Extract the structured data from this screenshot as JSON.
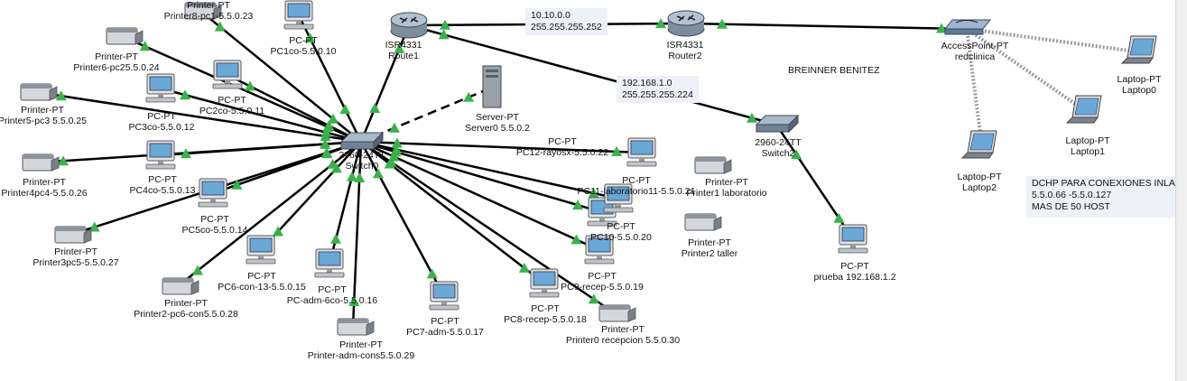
{
  "colors": {
    "link": "#000000",
    "port": "#38b24a",
    "pc_screen": "#6aa8d8",
    "device_body": "#c8ccd2"
  },
  "devices": [
    {
      "id": "router1",
      "icon": "router-icon",
      "model": "ISR4331",
      "name": "Route1"
    },
    {
      "id": "router2",
      "icon": "router-icon",
      "model": "ISR4331",
      "name": "Router2"
    },
    {
      "id": "switch0",
      "icon": "switch-icon",
      "model": "2960-24TT",
      "name": "Switch0"
    },
    {
      "id": "switch2",
      "icon": "switch-icon",
      "model": "2960-24TT",
      "name": "Switch2"
    },
    {
      "id": "ap",
      "icon": "access-point-icon",
      "model": "AccessPoint-PT",
      "name": "redclinica"
    },
    {
      "id": "server0",
      "icon": "server-icon",
      "model": "Server-PT",
      "name": "Server0 5.5.0.2"
    },
    {
      "id": "laptop0",
      "icon": "laptop-icon",
      "model": "Laptop-PT",
      "name": "Laptop0"
    },
    {
      "id": "laptop1",
      "icon": "laptop-icon",
      "model": "Laptop-PT",
      "name": "Laptop1"
    },
    {
      "id": "laptop2",
      "icon": "laptop-icon",
      "model": "Laptop-PT",
      "name": "Laptop2"
    },
    {
      "id": "pc1",
      "icon": "pc-icon",
      "model": "PC-PT",
      "name": "PC1co-5.5.0.10"
    },
    {
      "id": "pc2",
      "icon": "pc-icon",
      "model": "PC-PT",
      "name": "PC2co-5.5.0.11"
    },
    {
      "id": "pc3",
      "icon": "pc-icon",
      "model": "PC-PT",
      "name": "PC3co-5.5.0.12"
    },
    {
      "id": "pc4",
      "icon": "pc-icon",
      "model": "PC-PT",
      "name": "PC4co-5.5.0.13"
    },
    {
      "id": "pc5",
      "icon": "pc-icon",
      "model": "PC-PT",
      "name": "PC5co-5.5.0.14"
    },
    {
      "id": "pc6",
      "icon": "pc-icon",
      "model": "PC-PT",
      "name": "PC6-con-13-5.5.0.15"
    },
    {
      "id": "pcadm6",
      "icon": "pc-icon",
      "model": "PC-PT",
      "name": "PC-adm-6co-5.5.0.16"
    },
    {
      "id": "pc7",
      "icon": "pc-icon",
      "model": "PC-PT",
      "name": "PC7-adm-5.5.0.17"
    },
    {
      "id": "pc8",
      "icon": "pc-icon",
      "model": "PC-PT",
      "name": "PC8-recep-5.5.0.18"
    },
    {
      "id": "pc9",
      "icon": "pc-icon",
      "model": "PC-PT",
      "name": "PC9-recep-5.5.0.19"
    },
    {
      "id": "pc10",
      "icon": "pc-icon",
      "model": "PC-PT",
      "name": "PC10-5.5.0.20"
    },
    {
      "id": "pc11",
      "icon": "pc-icon",
      "model": "PC-PT",
      "name": "PC11-laboratorio11-5.5.0.21"
    },
    {
      "id": "pc12",
      "icon": "pc-icon",
      "model": "PC-PT",
      "name": "PC12-rayosx-5.5.0.22"
    },
    {
      "id": "prueba",
      "icon": "pc-icon",
      "model": "PC-PT",
      "name": "prueba 192.168.1.2"
    },
    {
      "id": "pr8",
      "icon": "printer-icon",
      "model": "Printer-PT",
      "name": "Printer8-pc1-5.5.0.23"
    },
    {
      "id": "pr6",
      "icon": "printer-icon",
      "model": "Printer-PT",
      "name": "Printer6-pc25.5.0.24"
    },
    {
      "id": "pr5",
      "icon": "printer-icon",
      "model": "Printer-PT",
      "name": "Printer5-pc3 5.5.0.25"
    },
    {
      "id": "pr4",
      "icon": "printer-icon",
      "model": "Printer-PT",
      "name": "Printer4pc4-5.5.0.26"
    },
    {
      "id": "pr3",
      "icon": "printer-icon",
      "model": "Printer-PT",
      "name": "Printer3pc5-5.5.0.27"
    },
    {
      "id": "pr2",
      "icon": "printer-icon",
      "model": "Printer-PT",
      "name": "Printer2-pc6-con5.5.0.28"
    },
    {
      "id": "pradm",
      "icon": "printer-icon",
      "model": "Printer-PT",
      "name": "Printer-adm-cons5.5.0.29"
    },
    {
      "id": "pr0",
      "icon": "printer-icon",
      "model": "Printer-PT",
      "name": "Printer0 recepcion 5.5.0.30"
    },
    {
      "id": "pr1",
      "icon": "printer-icon",
      "model": "Printer-PT",
      "name": "Printer1 laboratorio"
    },
    {
      "id": "pr2t",
      "icon": "printer-icon",
      "model": "Printer-PT",
      "name": "Printer2 taller"
    }
  ],
  "links": [
    [
      "router1",
      "router2"
    ],
    [
      "router2",
      "ap"
    ],
    [
      "router1",
      "switch2"
    ],
    [
      "switch2",
      "prueba"
    ],
    [
      "switch0",
      "router1"
    ],
    [
      "switch0",
      "server0"
    ],
    [
      "switch0",
      "pc1"
    ],
    [
      "switch0",
      "pc2"
    ],
    [
      "switch0",
      "pc3"
    ],
    [
      "switch0",
      "pc4"
    ],
    [
      "switch0",
      "pc5"
    ],
    [
      "switch0",
      "pc6"
    ],
    [
      "switch0",
      "pcadm6"
    ],
    [
      "switch0",
      "pc7"
    ],
    [
      "switch0",
      "pc8"
    ],
    [
      "switch0",
      "pc9"
    ],
    [
      "switch0",
      "pc10"
    ],
    [
      "switch0",
      "pc11"
    ],
    [
      "switch0",
      "pc12"
    ],
    [
      "switch0",
      "pr8"
    ],
    [
      "switch0",
      "pr6"
    ],
    [
      "switch0",
      "pr5"
    ],
    [
      "switch0",
      "pr4"
    ],
    [
      "switch0",
      "pr3"
    ],
    [
      "switch0",
      "pr2"
    ],
    [
      "switch0",
      "pradm"
    ],
    [
      "switch0",
      "pr0"
    ]
  ],
  "wireless": [
    [
      "ap",
      "laptop0"
    ],
    [
      "ap",
      "laptop1"
    ],
    [
      "ap",
      "laptop2"
    ]
  ],
  "notes": {
    "net_wan": {
      "line1": "10.10.0.0",
      "line2": "255.255.255.252"
    },
    "net_lan2": {
      "line1": "192.168.1.0",
      "line2": "255.255.255.224"
    },
    "author": "BREINNER BENITEZ",
    "dhcp": {
      "line1": "DCHP PARA CONEXIONES INLAMB",
      "line2": "5.5.0.66    -5.5.0.127",
      "line3": "MAS DE 50 HOST"
    }
  }
}
